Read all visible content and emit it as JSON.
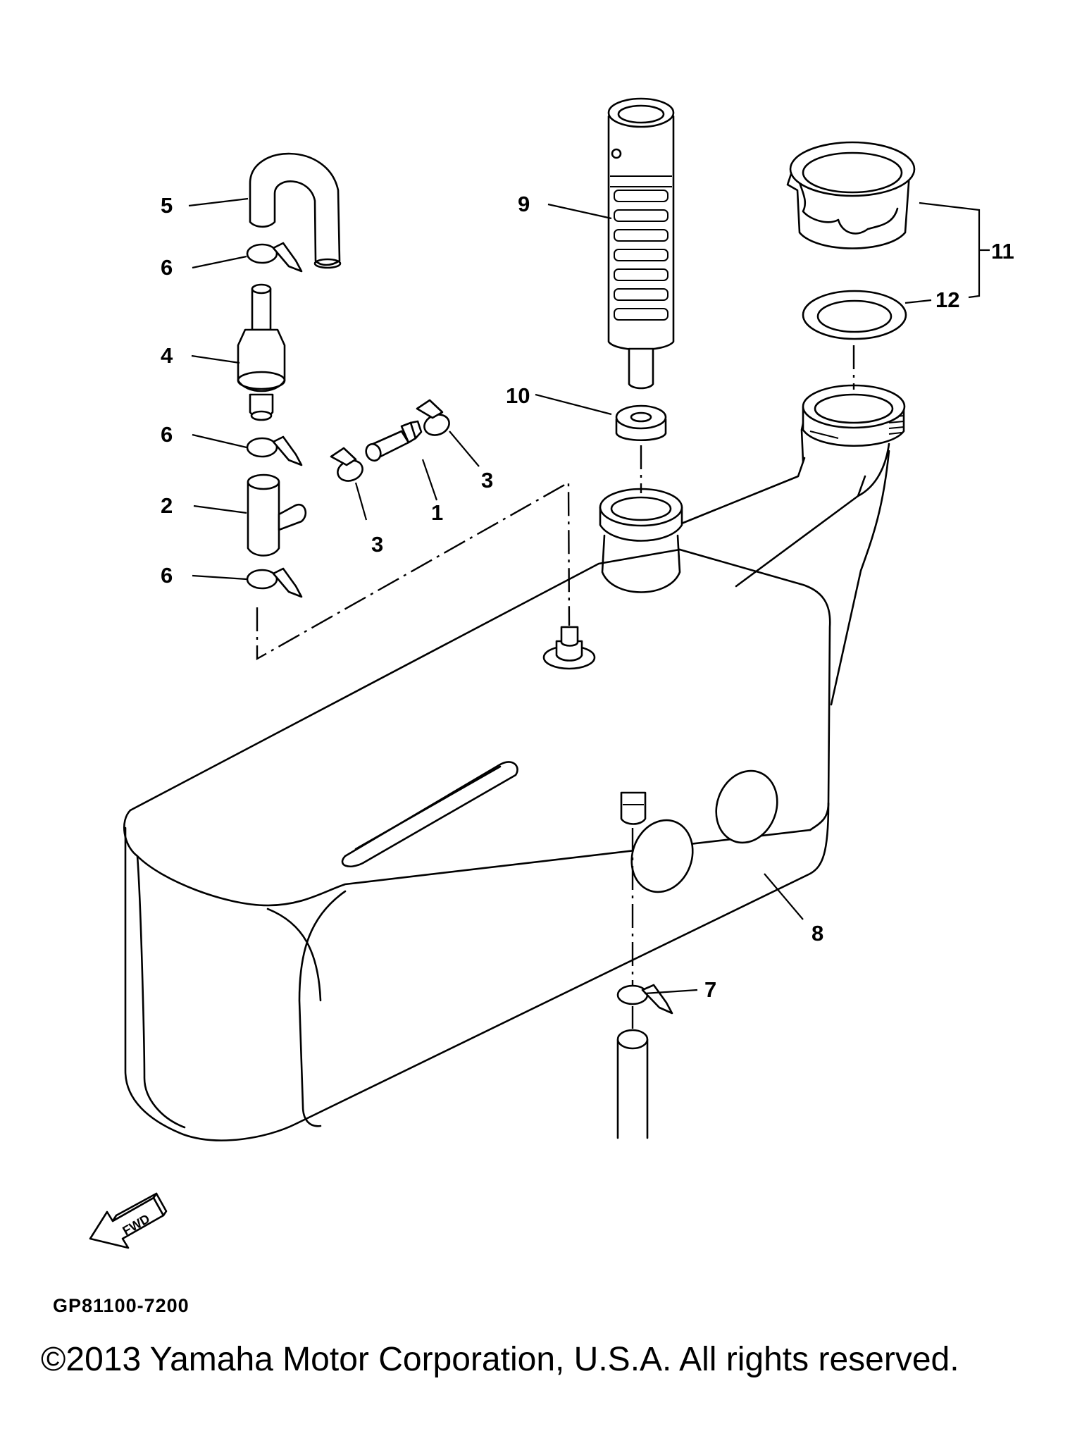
{
  "diagram": {
    "fig_code": "GP81100-7200",
    "fwd_label": "FWD",
    "copyright": "©2013 Yamaha Motor Corporation, U.S.A. All rights reserved."
  },
  "callouts": [
    {
      "id": "c1",
      "label": "1"
    },
    {
      "id": "c2",
      "label": "2"
    },
    {
      "id": "c3a",
      "label": "3"
    },
    {
      "id": "c3b",
      "label": "3"
    },
    {
      "id": "c4",
      "label": "4"
    },
    {
      "id": "c5",
      "label": "5"
    },
    {
      "id": "c6a",
      "label": "6"
    },
    {
      "id": "c6b",
      "label": "6"
    },
    {
      "id": "c6c",
      "label": "6"
    },
    {
      "id": "c7",
      "label": "7"
    },
    {
      "id": "c8",
      "label": "8"
    },
    {
      "id": "c9",
      "label": "9"
    },
    {
      "id": "c10",
      "label": "10"
    },
    {
      "id": "c11",
      "label": "11"
    },
    {
      "id": "c12",
      "label": "12"
    }
  ]
}
